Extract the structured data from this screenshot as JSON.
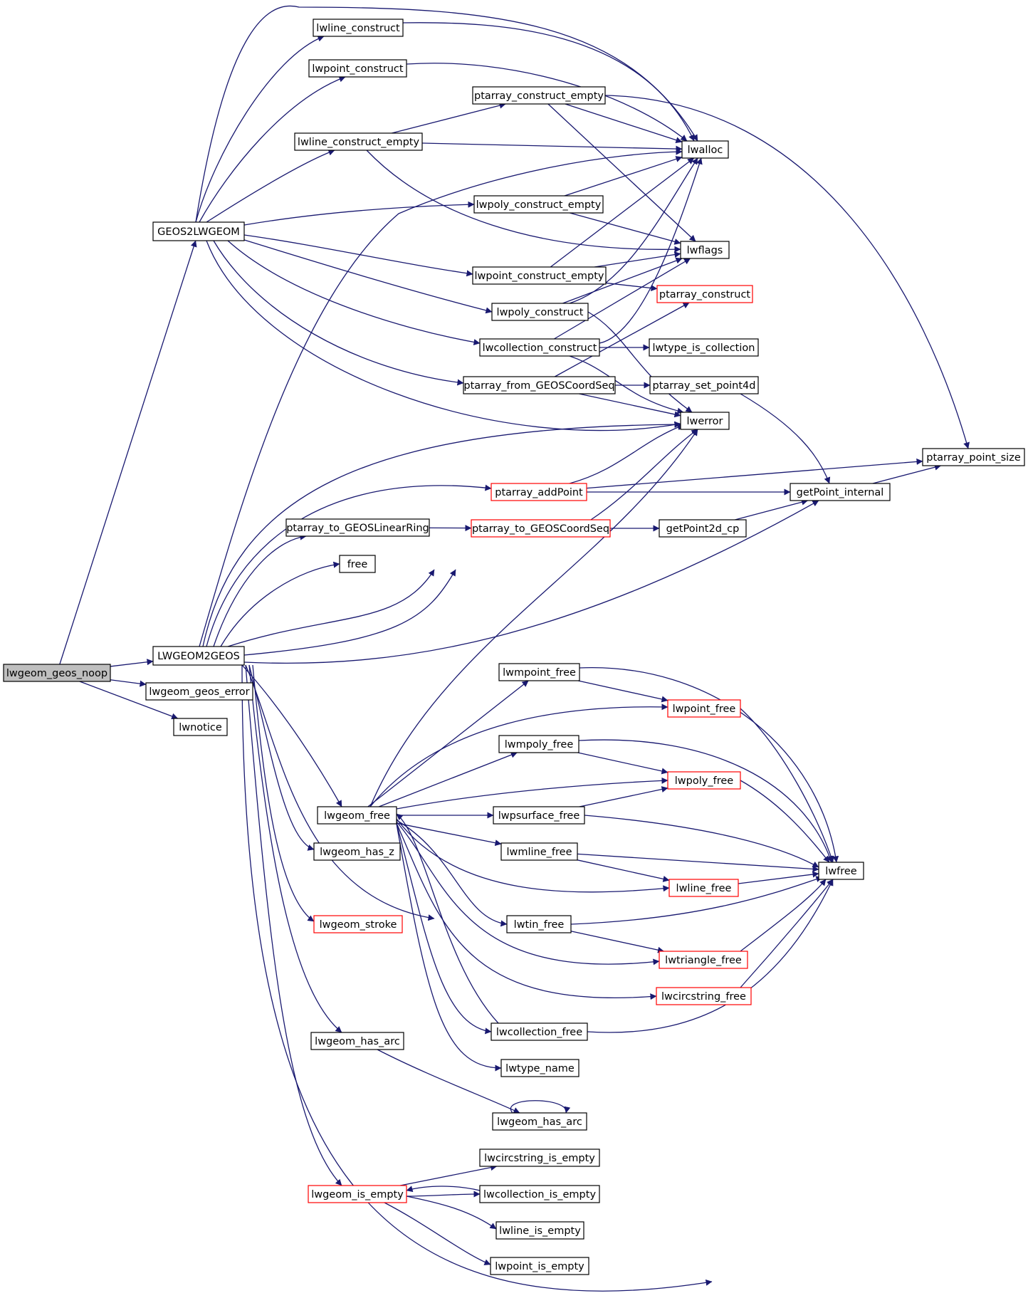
{
  "colors": {
    "edge": "#191970",
    "node_border": "#000000",
    "node_border_truncated": "#ff0000",
    "root_fill": "#bfbfbf",
    "background": "#ffffff"
  },
  "nodes": [
    {
      "id": "lwgeom_geos_noop",
      "label": "lwgeom_geos_noop",
      "style": "root"
    },
    {
      "id": "GEOS2LWGEOM",
      "label": "GEOS2LWGEOM",
      "style": "normal"
    },
    {
      "id": "LWGEOM2GEOS",
      "label": "LWGEOM2GEOS",
      "style": "normal"
    },
    {
      "id": "lwgeom_geos_error",
      "label": "lwgeom_geos_error",
      "style": "normal"
    },
    {
      "id": "lwnotice",
      "label": "lwnotice",
      "style": "normal"
    },
    {
      "id": "lwline_construct",
      "label": "lwline_construct",
      "style": "normal"
    },
    {
      "id": "lwpoint_construct",
      "label": "lwpoint_construct",
      "style": "normal"
    },
    {
      "id": "ptarray_construct_empty",
      "label": "ptarray_construct_empty",
      "style": "normal"
    },
    {
      "id": "lwline_construct_empty",
      "label": "lwline_construct_empty",
      "style": "normal"
    },
    {
      "id": "lwalloc",
      "label": "lwalloc",
      "style": "normal"
    },
    {
      "id": "lwpoly_construct_empty",
      "label": "lwpoly_construct_empty",
      "style": "normal"
    },
    {
      "id": "lwflags",
      "label": "lwflags",
      "style": "normal"
    },
    {
      "id": "lwpoint_construct_empty",
      "label": "lwpoint_construct_empty",
      "style": "normal"
    },
    {
      "id": "ptarray_construct",
      "label": "ptarray_construct",
      "style": "truncated"
    },
    {
      "id": "lwpoly_construct",
      "label": "lwpoly_construct",
      "style": "normal"
    },
    {
      "id": "lwcollection_construct",
      "label": "lwcollection_construct",
      "style": "normal"
    },
    {
      "id": "lwtype_is_collection",
      "label": "lwtype_is_collection",
      "style": "normal"
    },
    {
      "id": "ptarray_from_GEOSCoordSeq",
      "label": "ptarray_from_GEOSCoordSeq",
      "style": "normal"
    },
    {
      "id": "ptarray_set_point4d",
      "label": "ptarray_set_point4d",
      "style": "normal"
    },
    {
      "id": "lwerror",
      "label": "lwerror",
      "style": "normal"
    },
    {
      "id": "ptarray_point_size",
      "label": "ptarray_point_size",
      "style": "normal"
    },
    {
      "id": "ptarray_addPoint",
      "label": "ptarray_addPoint",
      "style": "truncated"
    },
    {
      "id": "getPoint_internal",
      "label": "getPoint_internal",
      "style": "normal"
    },
    {
      "id": "ptarray_to_GEOSLinearRing",
      "label": "ptarray_to_GEOSLinearRing",
      "style": "normal"
    },
    {
      "id": "ptarray_to_GEOSCoordSeq",
      "label": "ptarray_to_GEOSCoordSeq",
      "style": "truncated"
    },
    {
      "id": "getPoint2d_cp",
      "label": "getPoint2d_cp",
      "style": "normal"
    },
    {
      "id": "free",
      "label": "free",
      "style": "normal"
    },
    {
      "id": "lwmpoint_free",
      "label": "lwmpoint_free",
      "style": "normal"
    },
    {
      "id": "lwpoint_free",
      "label": "lwpoint_free",
      "style": "truncated"
    },
    {
      "id": "lwmpoly_free",
      "label": "lwmpoly_free",
      "style": "normal"
    },
    {
      "id": "lwpoly_free",
      "label": "lwpoly_free",
      "style": "truncated"
    },
    {
      "id": "lwgeom_free",
      "label": "lwgeom_free",
      "style": "normal"
    },
    {
      "id": "lwpsurface_free",
      "label": "lwpsurface_free",
      "style": "normal"
    },
    {
      "id": "lwmline_free",
      "label": "lwmline_free",
      "style": "normal"
    },
    {
      "id": "lwfree",
      "label": "lwfree",
      "style": "normal"
    },
    {
      "id": "lwgeom_has_z",
      "label": "lwgeom_has_z",
      "style": "normal"
    },
    {
      "id": "lwline_free",
      "label": "lwline_free",
      "style": "truncated"
    },
    {
      "id": "lwgeom_stroke",
      "label": "lwgeom_stroke",
      "style": "truncated"
    },
    {
      "id": "lwtin_free",
      "label": "lwtin_free",
      "style": "normal"
    },
    {
      "id": "lwtriangle_free",
      "label": "lwtriangle_free",
      "style": "truncated"
    },
    {
      "id": "lwcircstring_free",
      "label": "lwcircstring_free",
      "style": "truncated"
    },
    {
      "id": "lwcollection_free",
      "label": "lwcollection_free",
      "style": "normal"
    },
    {
      "id": "lwtype_name",
      "label": "lwtype_name",
      "style": "normal"
    },
    {
      "id": "lwgeom_has_arc_outer",
      "label": "lwgeom_has_arc",
      "style": "normal"
    },
    {
      "id": "lwgeom_has_arc_inner",
      "label": "lwgeom_has_arc",
      "style": "normal"
    },
    {
      "id": "lwcircstring_is_empty",
      "label": "lwcircstring_is_empty",
      "style": "normal"
    },
    {
      "id": "lwgeom_is_empty",
      "label": "lwgeom_is_empty",
      "style": "truncated"
    },
    {
      "id": "lwcollection_is_empty",
      "label": "lwcollection_is_empty",
      "style": "normal"
    },
    {
      "id": "lwline_is_empty",
      "label": "lwline_is_empty",
      "style": "normal"
    },
    {
      "id": "lwpoint_is_empty",
      "label": "lwpoint_is_empty",
      "style": "normal"
    }
  ],
  "edges": [
    [
      "lwgeom_geos_noop",
      "GEOS2LWGEOM"
    ],
    [
      "lwgeom_geos_noop",
      "LWGEOM2GEOS"
    ],
    [
      "lwgeom_geos_noop",
      "lwgeom_geos_error"
    ],
    [
      "lwgeom_geos_noop",
      "lwnotice"
    ],
    [
      "GEOS2LWGEOM",
      "lwline_construct"
    ],
    [
      "GEOS2LWGEOM",
      "lwpoint_construct"
    ],
    [
      "GEOS2LWGEOM",
      "lwline_construct_empty"
    ],
    [
      "GEOS2LWGEOM",
      "lwpoly_construct_empty"
    ],
    [
      "GEOS2LWGEOM",
      "lwpoint_construct_empty"
    ],
    [
      "GEOS2LWGEOM",
      "lwpoly_construct"
    ],
    [
      "GEOS2LWGEOM",
      "lwcollection_construct"
    ],
    [
      "GEOS2LWGEOM",
      "ptarray_from_GEOSCoordSeq"
    ],
    [
      "GEOS2LWGEOM",
      "lwerror"
    ],
    [
      "GEOS2LWGEOM",
      "lwalloc"
    ],
    [
      "lwline_construct",
      "lwalloc"
    ],
    [
      "lwpoint_construct",
      "lwalloc"
    ],
    [
      "ptarray_construct_empty",
      "lwalloc"
    ],
    [
      "ptarray_construct_empty",
      "lwflags"
    ],
    [
      "ptarray_construct_empty",
      "ptarray_point_size"
    ],
    [
      "lwline_construct_empty",
      "ptarray_construct_empty"
    ],
    [
      "lwline_construct_empty",
      "lwalloc"
    ],
    [
      "lwline_construct_empty",
      "lwflags"
    ],
    [
      "lwpoly_construct_empty",
      "lwalloc"
    ],
    [
      "lwpoly_construct_empty",
      "lwflags"
    ],
    [
      "lwpoint_construct_empty",
      "lwalloc"
    ],
    [
      "lwpoint_construct_empty",
      "lwflags"
    ],
    [
      "lwpoint_construct_empty",
      "ptarray_construct"
    ],
    [
      "lwpoly_construct",
      "lwalloc"
    ],
    [
      "lwpoly_construct",
      "lwflags"
    ],
    [
      "lwpoly_construct",
      "lwerror"
    ],
    [
      "lwcollection_construct",
      "lwalloc"
    ],
    [
      "lwcollection_construct",
      "lwflags"
    ],
    [
      "lwcollection_construct",
      "lwtype_is_collection"
    ],
    [
      "lwcollection_construct",
      "lwerror"
    ],
    [
      "ptarray_from_GEOSCoordSeq",
      "ptarray_construct"
    ],
    [
      "ptarray_from_GEOSCoordSeq",
      "ptarray_set_point4d"
    ],
    [
      "ptarray_from_GEOSCoordSeq",
      "lwerror"
    ],
    [
      "ptarray_set_point4d",
      "getPoint_internal"
    ],
    [
      "ptarray_addPoint",
      "lwerror"
    ],
    [
      "ptarray_addPoint",
      "ptarray_point_size"
    ],
    [
      "ptarray_addPoint",
      "getPoint_internal"
    ],
    [
      "getPoint_internal",
      "ptarray_point_size"
    ],
    [
      "ptarray_to_GEOSLinearRing",
      "ptarray_to_GEOSCoordSeq"
    ],
    [
      "ptarray_to_GEOSCoordSeq",
      "lwerror"
    ],
    [
      "ptarray_to_GEOSCoordSeq",
      "getPoint2d_cp"
    ],
    [
      "getPoint2d_cp",
      "getPoint_internal"
    ],
    [
      "LWGEOM2GEOS",
      "lwalloc"
    ],
    [
      "LWGEOM2GEOS",
      "lwerror"
    ],
    [
      "LWGEOM2GEOS",
      "ptarray_addPoint"
    ],
    [
      "LWGEOM2GEOS",
      "ptarray_to_GEOSLinearRing"
    ],
    [
      "LWGEOM2GEOS",
      "ptarray_to_GEOSCoordSeq"
    ],
    [
      "LWGEOM2GEOS",
      "free"
    ],
    [
      "LWGEOM2GEOS",
      "getPoint2d_cp"
    ],
    [
      "LWGEOM2GEOS",
      "getPoint_internal"
    ],
    [
      "LWGEOM2GEOS",
      "lwgeom_free"
    ],
    [
      "LWGEOM2GEOS",
      "lwgeom_has_z"
    ],
    [
      "LWGEOM2GEOS",
      "lwgeom_stroke"
    ],
    [
      "LWGEOM2GEOS",
      "lwgeom_has_arc_outer"
    ],
    [
      "LWGEOM2GEOS",
      "lwgeom_is_empty"
    ],
    [
      "LWGEOM2GEOS",
      "lwtype_name"
    ],
    [
      "LWGEOM2GEOS",
      "lwfree"
    ],
    [
      "lwgeom_free",
      "lwmpoint_free"
    ],
    [
      "lwgeom_free",
      "lwpoint_free"
    ],
    [
      "lwgeom_free",
      "lwmpoly_free"
    ],
    [
      "lwgeom_free",
      "lwpoly_free"
    ],
    [
      "lwgeom_free",
      "lwpsurface_free"
    ],
    [
      "lwgeom_free",
      "lwmline_free"
    ],
    [
      "lwgeom_free",
      "lwline_free"
    ],
    [
      "lwgeom_free",
      "lwtin_free"
    ],
    [
      "lwgeom_free",
      "lwtriangle_free"
    ],
    [
      "lwgeom_free",
      "lwcircstring_free"
    ],
    [
      "lwgeom_free",
      "lwcollection_free"
    ],
    [
      "lwgeom_free",
      "lwtype_name"
    ],
    [
      "lwgeom_free",
      "lwerror"
    ],
    [
      "lwmpoint_free",
      "lwpoint_free"
    ],
    [
      "lwmpoint_free",
      "lwfree"
    ],
    [
      "lwpoint_free",
      "lwfree"
    ],
    [
      "lwmpoly_free",
      "lwpoly_free"
    ],
    [
      "lwmpoly_free",
      "lwfree"
    ],
    [
      "lwpoly_free",
      "lwfree"
    ],
    [
      "lwpsurface_free",
      "lwpoly_free"
    ],
    [
      "lwpsurface_free",
      "lwfree"
    ],
    [
      "lwmline_free",
      "lwline_free"
    ],
    [
      "lwmline_free",
      "lwfree"
    ],
    [
      "lwline_free",
      "lwfree"
    ],
    [
      "lwtin_free",
      "lwtriangle_free"
    ],
    [
      "lwtin_free",
      "lwfree"
    ],
    [
      "lwtriangle_free",
      "lwfree"
    ],
    [
      "lwcircstring_free",
      "lwfree"
    ],
    [
      "lwcollection_free",
      "lwgeom_free"
    ],
    [
      "lwcollection_free",
      "lwfree"
    ],
    [
      "lwgeom_has_arc_outer",
      "lwgeom_has_arc_inner"
    ],
    [
      "lwgeom_has_arc_inner",
      "lwgeom_has_arc_inner"
    ],
    [
      "lwgeom_is_empty",
      "lwcircstring_is_empty"
    ],
    [
      "lwgeom_is_empty",
      "lwcollection_is_empty"
    ],
    [
      "lwgeom_is_empty",
      "lwline_is_empty"
    ],
    [
      "lwgeom_is_empty",
      "lwpoint_is_empty"
    ],
    [
      "lwcollection_is_empty",
      "lwgeom_is_empty"
    ]
  ]
}
